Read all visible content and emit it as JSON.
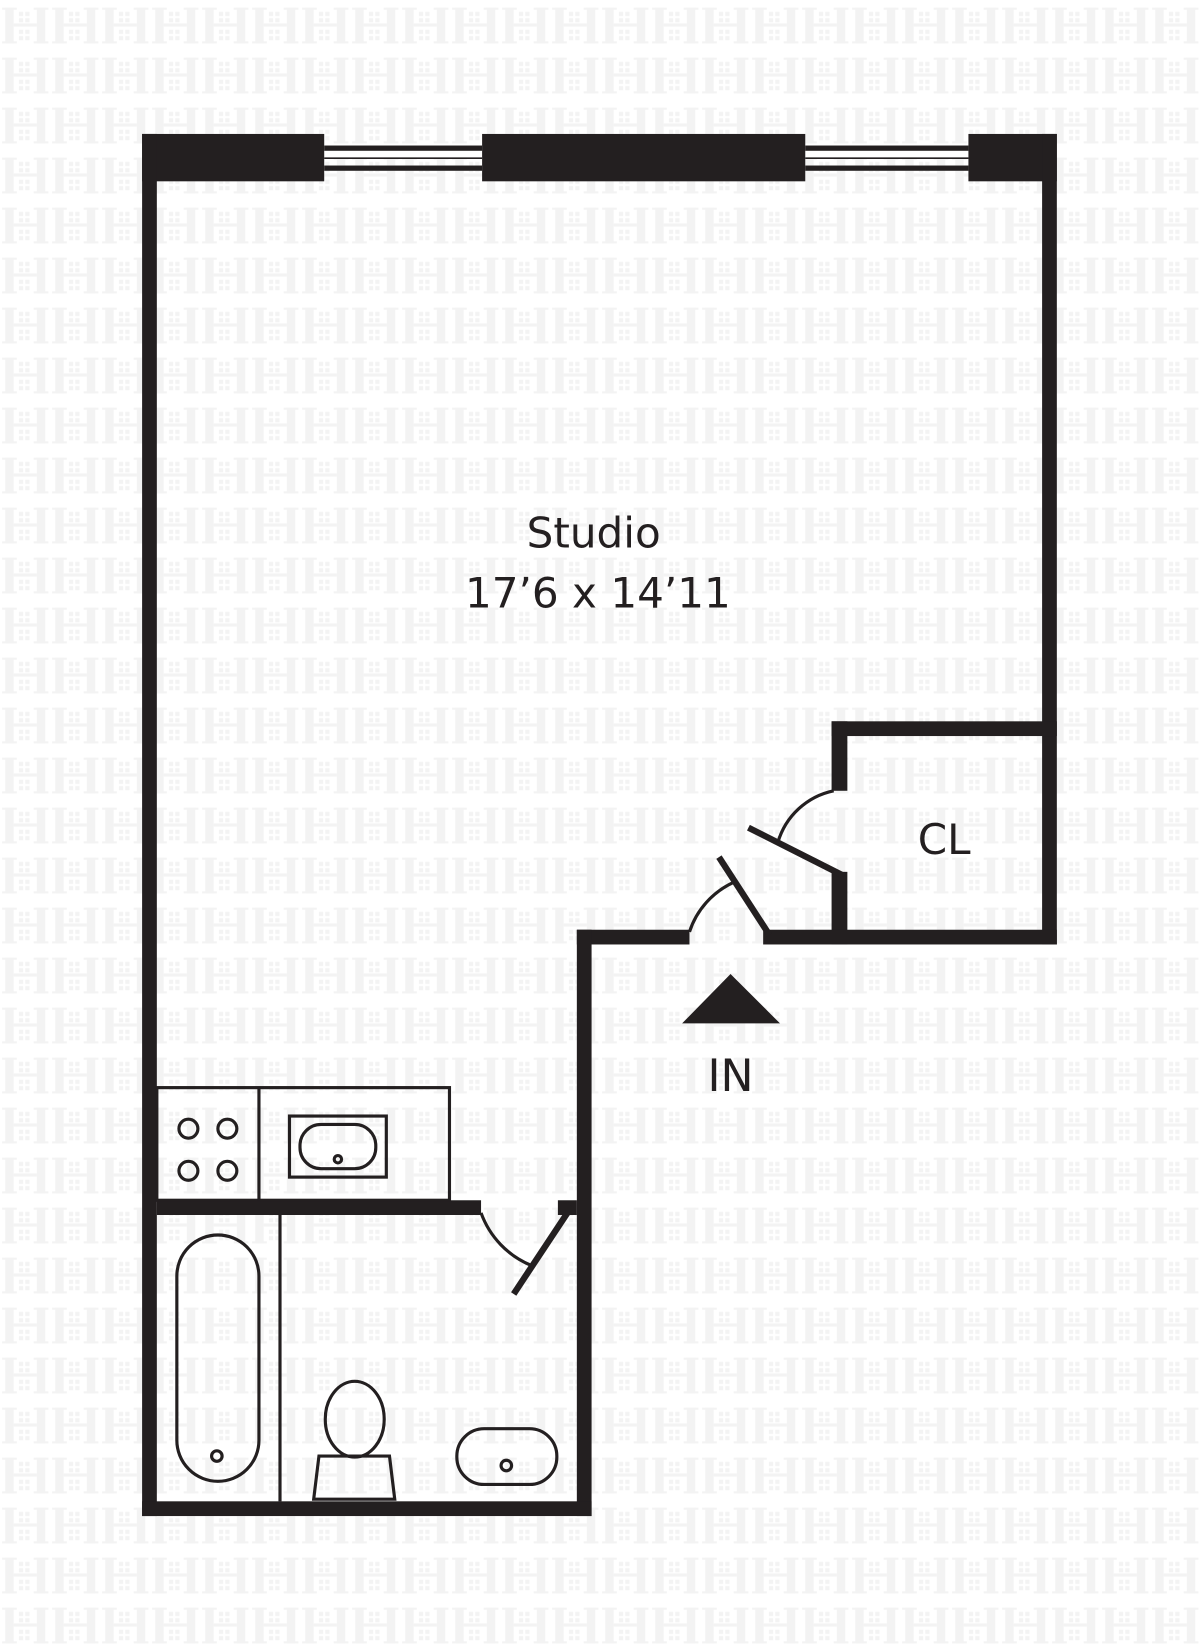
{
  "floorplan": {
    "rooms": [
      {
        "name": "Studio",
        "dimensions": "17’6 x 14’11"
      },
      {
        "name": "CL"
      }
    ],
    "entry_label": "IN",
    "watermark": "H",
    "colors": {
      "wall": "#231f20",
      "watermark": "#f3f3f3",
      "background": "#ffffff"
    }
  }
}
